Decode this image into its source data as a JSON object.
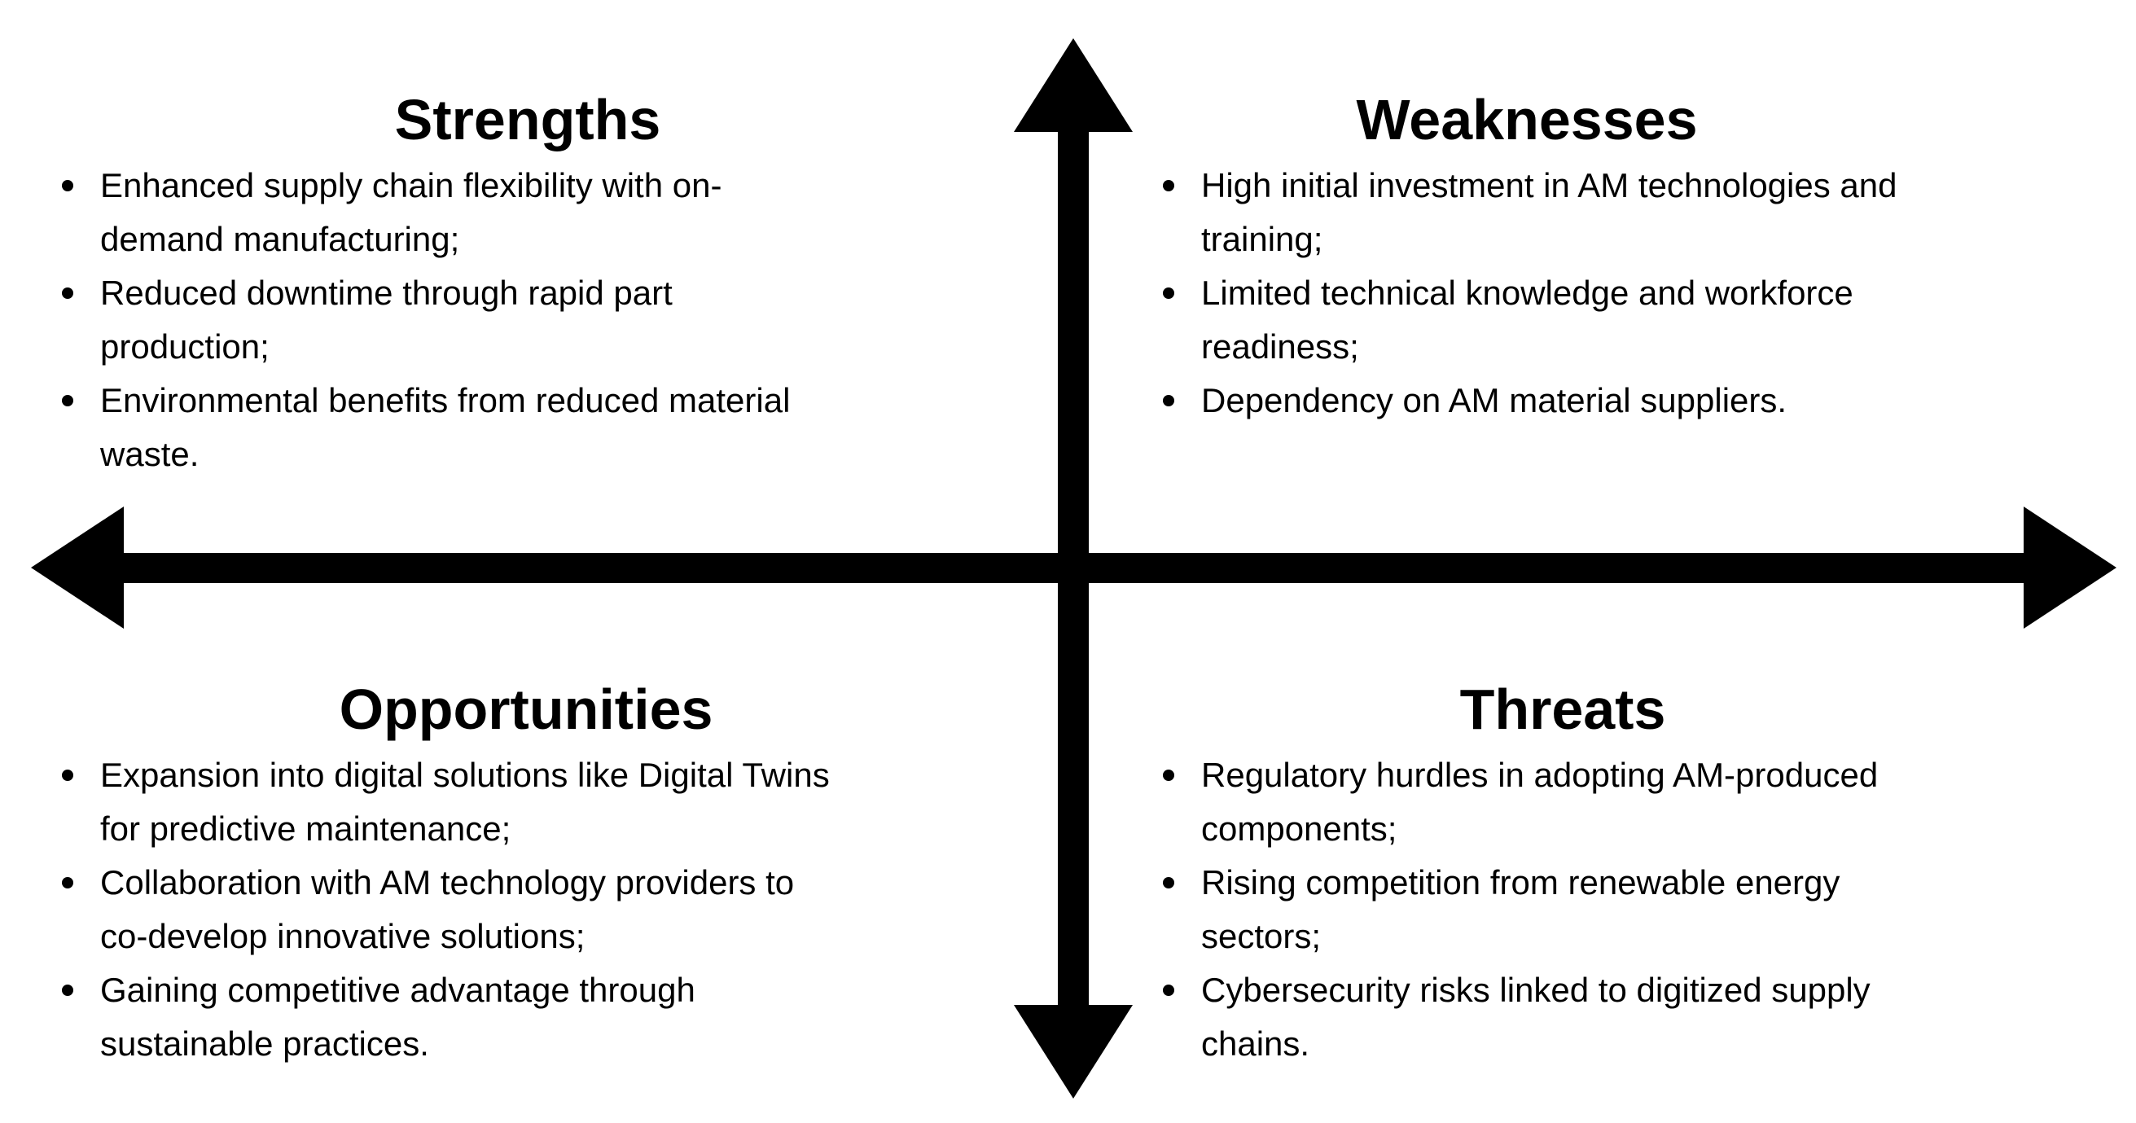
{
  "diagram": {
    "type": "swot-quadrant-diagram",
    "colors": {
      "background": "#ffffff",
      "text": "#000000",
      "axis": "#000000"
    },
    "icons": {
      "bullet": "filled-circle-bullet",
      "vertical_axis": "double-headed-arrow-vertical",
      "horizontal_axis": "double-headed-arrow-horizontal"
    }
  },
  "quadrants": {
    "strengths": {
      "title": "Strengths",
      "items": [
        "Enhanced supply chain flexibility with on-\ndemand manufacturing;",
        "Reduced downtime through rapid part\nproduction;",
        "Environmental benefits from reduced material\nwaste."
      ]
    },
    "weaknesses": {
      "title": "Weaknesses",
      "items": [
        "High initial investment in AM technologies and\ntraining;",
        "Limited technical knowledge and workforce\nreadiness;",
        "Dependency on AM material suppliers."
      ]
    },
    "opportunities": {
      "title": "Opportunities",
      "items": [
        "Expansion into digital solutions like Digital Twins\nfor predictive maintenance;",
        "Collaboration with AM technology providers to\nco-develop innovative solutions;",
        "Gaining competitive advantage through\nsustainable practices."
      ]
    },
    "threats": {
      "title": "Threats",
      "items": [
        "Regulatory hurdles in adopting AM-produced\ncomponents;",
        "Rising competition from renewable energy\nsectors;",
        "Cybersecurity risks linked to digitized supply\nchains."
      ]
    }
  }
}
